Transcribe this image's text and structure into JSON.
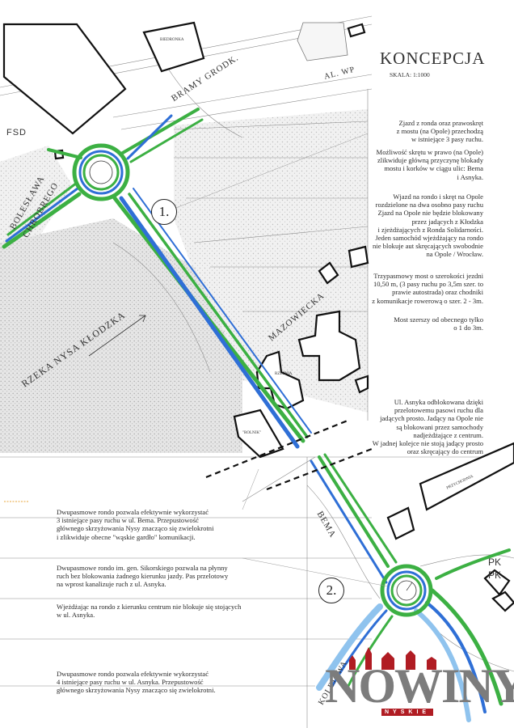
{
  "header": {
    "title": "KONCEPCJA",
    "scale": "SKALA: 1:1000"
  },
  "streets": {
    "bramy": "BRAMY GRODK.",
    "al_wp": "AL. WP",
    "fsd": "FSD",
    "boleslawa": "BOLESŁAWA",
    "chrobrego": "CHROBREGO",
    "mazowiecka": "MAZOWIECKA",
    "river": "RZEKA NYSA KŁODZKA",
    "bema": "BEMA",
    "kolejowa": "KOLEJOWA",
    "pk1": "PK",
    "pk2": "PK"
  },
  "buildings": {
    "biedronka": "BIEDRONKA",
    "rzeznia": "RZEŹNIA",
    "rolnik": "\"ROLNIK\"",
    "przychodnia": "PRZYCHODNIA"
  },
  "markers": {
    "one": "1.",
    "two": "2."
  },
  "notes_right": [
    "Zjazd z ronda oraz prawoskręt\nz mostu (na Opole) przechodzą\nw istniejące 3 pasy ruchu.",
    "Możliwość skrętu w prawo (na Opole)\nzlikwiduje główną przyczynę blokady\nmostu i korków w ciągu ulic: Bema\ni Asnyka.",
    "Wjazd na rondo i skręt na Opole\nrozdzielone na dwa osobno pasy ruchu\nZjazd na Opole nie będzie blokowany\nprzez jadących z Kłodzka\ni zjeżdżających z Ronda Solidarności.\nJeden samochód wjeżdżający na rondo\nnie blokuje aut skręcających swobodnie\nna Opole / Wrocław.",
    "Trzypasmowy most o szerokości jezdni\n10,50 m, (3 pasy ruchu po 3,5m szer. to\nprawie autostrada) oraz chodniki\nz komunikacje rowerową o szer. 2 - 3m.",
    "Most szerszy od obecnego tylko\no 1 do 3m.",
    "Ul. Asnyka odblokowana dzięki\nprzelotowemu pasowi ruchu dla\njadących prosto. Jadący na Opole nie\nsą blokowani przez samochody\nnadjeżdżające z centrum.\nW jadnej kolejce nie stoją jadący prosto\noraz skręcający do centrum"
  ],
  "notes_left": [
    "Dwupasmowe rondo pozwala efektywnie wykorzystać\n3 istniejące pasy ruchu w ul. Bema.  Przepustowość\ngłównego skrzyżowania Nysy znacząco się zwielokrotni\ni zlikwiduje obecne \"wąskie gardło\" komunikacji.",
    "Dwupasmowe rondo im. gen. Sikorskiego pozwala na płynny\nruch bez blokowania żadnego kierunku jazdy. Pas przelotowy\nna wprost kanalizuje ruch z ul. Asnyka.",
    "Wjeżdżając na rondo z kierunku centrum nie blokuje się stojących\nw ul. Asnyka.",
    "Dwupasmowe rondo pozwala efektywnie wykorzystać\n4 istniejące pasy ruchu w ul. Asnyka.  Przepustowość\ngłównego skrzyżowania Nysy znacząco się zwielokrotni."
  ],
  "logo": {
    "word": "NOWINY",
    "sub": "NYSKIE"
  },
  "colors": {
    "lane_green": "#3cb043",
    "lane_blue": "#2f6fd6",
    "lane_lightblue": "#8fc3ee",
    "hatch": "#d9d9d9",
    "logo_red": "#b01c23",
    "logo_gray": "#7c7c7c"
  }
}
